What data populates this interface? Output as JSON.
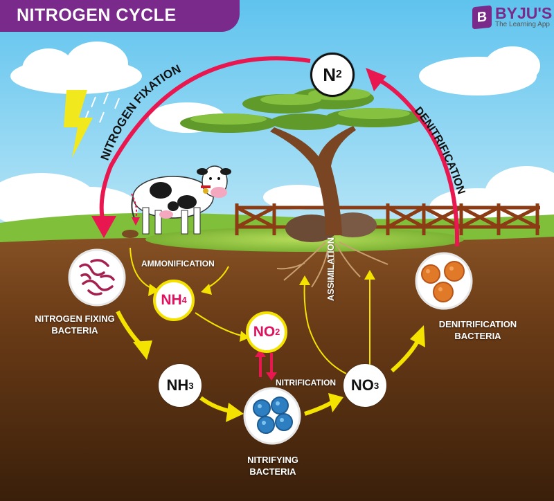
{
  "title": "NITROGEN CYCLE",
  "brand": {
    "mark": "B",
    "name": "BYJU'S",
    "tagline": "The Learning App"
  },
  "nodes": {
    "n2": {
      "base": "N",
      "sub": "2"
    },
    "nh4": {
      "base": "NH",
      "sub": "4"
    },
    "no2": {
      "base": "NO",
      "sub": "2"
    },
    "nh3": {
      "base": "NH",
      "sub": "3"
    },
    "no3": {
      "base": "NO",
      "sub": "3"
    }
  },
  "processes": {
    "fixation": "NITROGEN FIXATION",
    "denitrification": "DENITRIFICATION",
    "ammonification": "AMMONIFICATION",
    "nitrification": "NITRIFICATION",
    "assimilation": "ASSIMILATION"
  },
  "bacteria": {
    "fixing": {
      "line1": "NITROGEN FIXING",
      "line2": "BACTERIA"
    },
    "denitrification": {
      "line1": "DENITRIFICATION",
      "line2": "BACTERIA"
    },
    "nitrifying": {
      "line1": "NITRIFYING",
      "line2": "BACTERIA"
    }
  },
  "colors": {
    "title_banner": "#7a2a8a",
    "cycle_arrow": "#e8174f",
    "soil_arrow": "#f4e300",
    "sky": "#7fd0f0",
    "grass": "#7fbf3a",
    "soil": "#5a3212"
  }
}
